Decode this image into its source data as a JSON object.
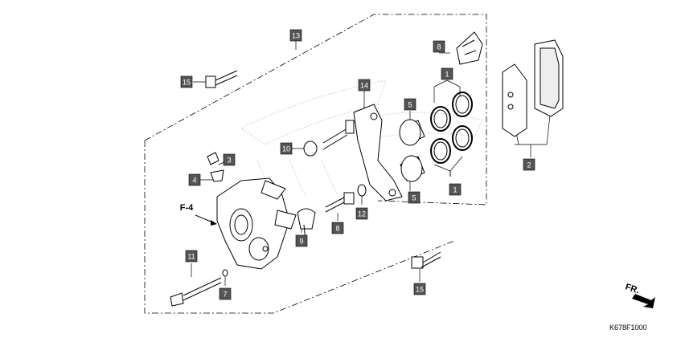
{
  "diagram": {
    "type": "exploded parts diagram",
    "figure_code": "K678F1000",
    "section_ref": "F-4",
    "direction_label": "FR.",
    "callouts": [
      "13",
      "15",
      "14",
      "8",
      "1",
      "5",
      "10",
      "3",
      "4",
      "12",
      "9",
      "11",
      "7",
      "2",
      "15",
      "1",
      "5",
      "8"
    ],
    "colors": {
      "callout_box": "#555555",
      "line": "#000000",
      "watermark": "#c8c8c8"
    }
  }
}
